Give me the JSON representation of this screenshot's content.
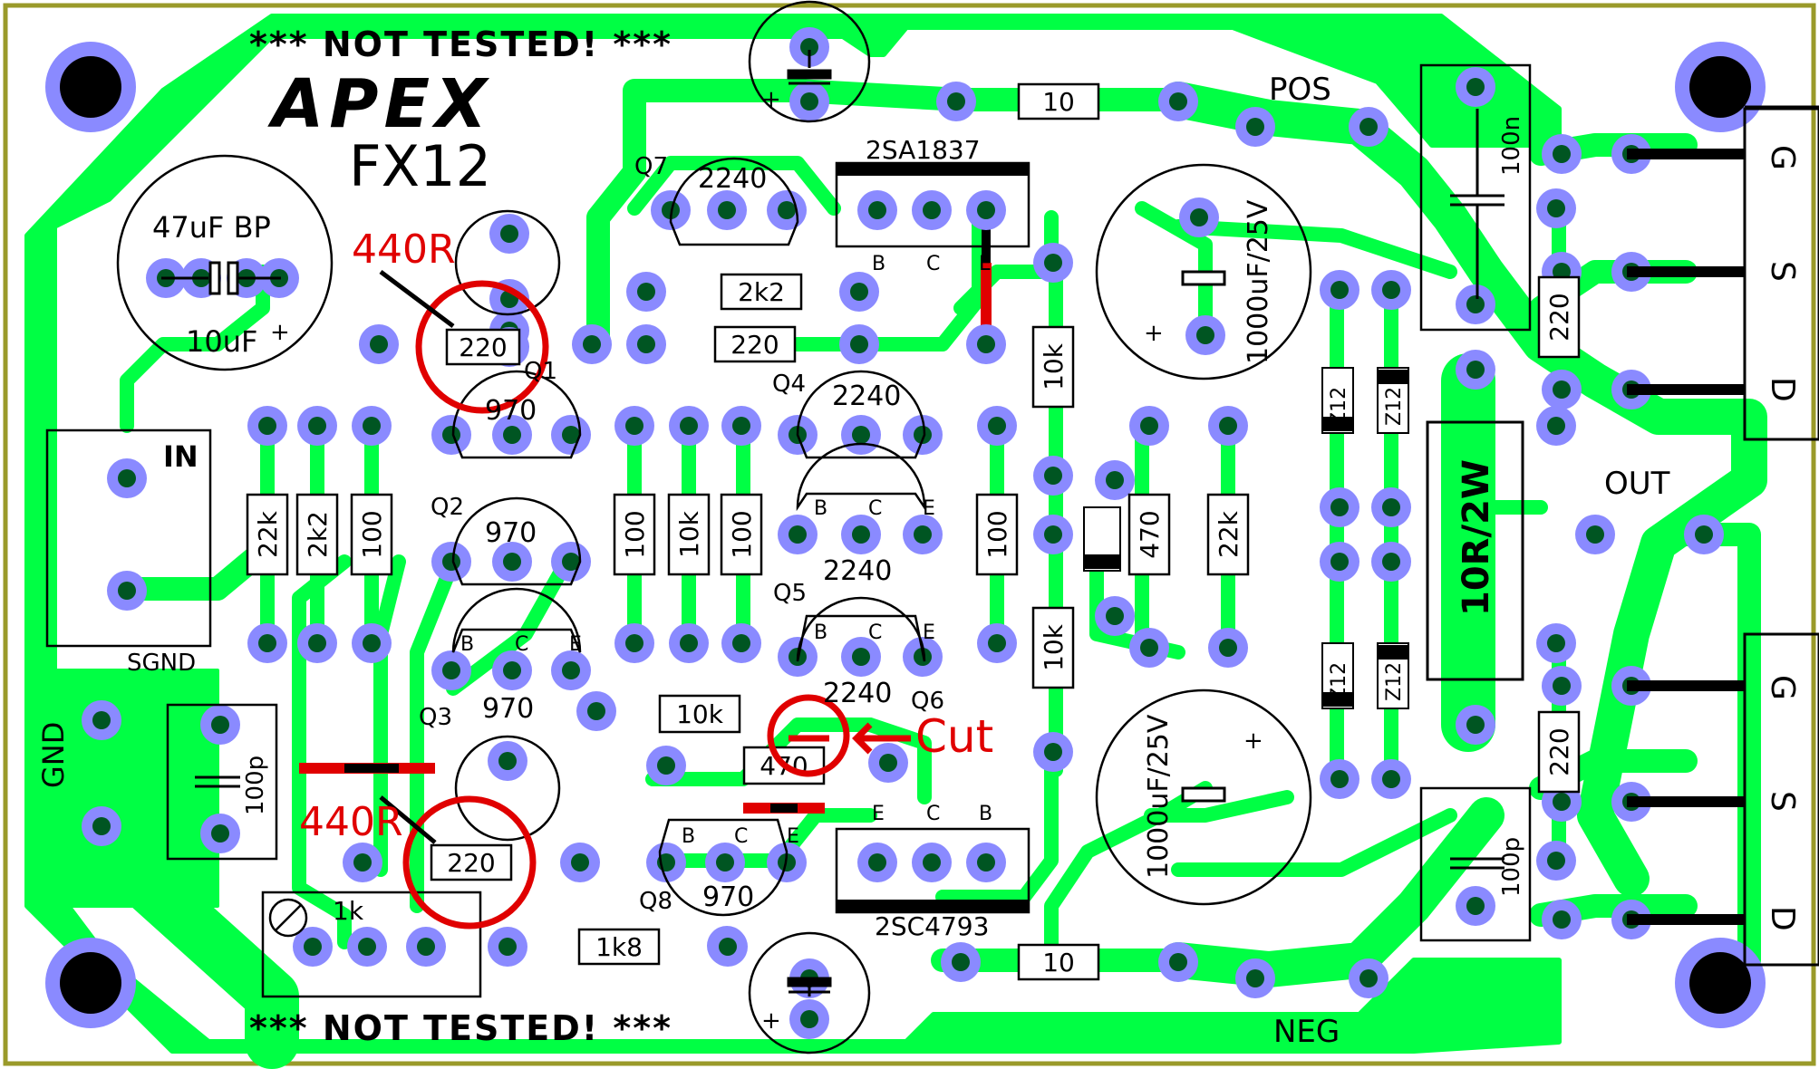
{
  "board": {
    "warning_top": "*** NOT TESTED! ***",
    "warning_bottom": "*** NOT TESTED! ***",
    "brand": "APEX",
    "model": "FX12"
  },
  "connectors": {
    "in": "IN",
    "sgnd": "SGND",
    "gnd": "GND",
    "pos": "POS",
    "neg": "NEG",
    "out": "OUT"
  },
  "mosfet_pins": [
    "G",
    "S",
    "D"
  ],
  "transistors": {
    "q1": "Q1",
    "q2": "Q2",
    "q3": "Q3",
    "q4": "Q4",
    "q5": "Q5",
    "q6": "Q6",
    "q7": "Q7",
    "q8": "Q8",
    "type_970": "970",
    "type_2240": "2240",
    "t_2sa1837": "2SA1837",
    "t_2sc4793": "2SC4793"
  },
  "pins": {
    "b": "B",
    "c": "C",
    "e": "E"
  },
  "capacitors": {
    "c_47uf_bp": "47uF BP",
    "c_10uf": "10uF",
    "plus": "+",
    "c_1000uf_top": "1000uF/25V",
    "c_1000uf_bot": "1000uF/25V",
    "c_100n": "100n",
    "c_100p_left": "100p",
    "c_100p_right": "100p"
  },
  "resistors": {
    "r_10_top": "10",
    "r_10_bot": "10",
    "r_2k2_top": "2k2",
    "r_220_a": "220",
    "r_220_b": "220",
    "r_220_c": "220",
    "r_220_out_top": "220",
    "r_220_out_bot": "220",
    "r_22k_left": "22k",
    "r_2k2_left": "2k2",
    "r_100_a": "100",
    "r_100_b": "100",
    "r_10k_a": "10k",
    "r_100_c": "100",
    "r_100_d": "100",
    "r_10k_top": "10k",
    "r_10k_bot": "10k",
    "r_470_v": "470",
    "r_22k_right": "22k",
    "r_10k_mid": "10k",
    "r_470_h": "470",
    "r_1k8": "1k8",
    "r_1k_pot": "1k",
    "r_10r2w": "10R/2W"
  },
  "zeners": [
    "Z12",
    "Z12",
    "Z12",
    "Z12"
  ],
  "annotations": {
    "mod_440r_top": "440R",
    "mod_440r_bottom": "440R",
    "cut": "Cut"
  },
  "colors": {
    "board_border": "#9a9a2a",
    "copper": "#00ff44",
    "pad": "#8a8aff",
    "drill": "#000000",
    "silk": "#000000",
    "annotation": "#ff0000",
    "jumper": "#e00000"
  }
}
